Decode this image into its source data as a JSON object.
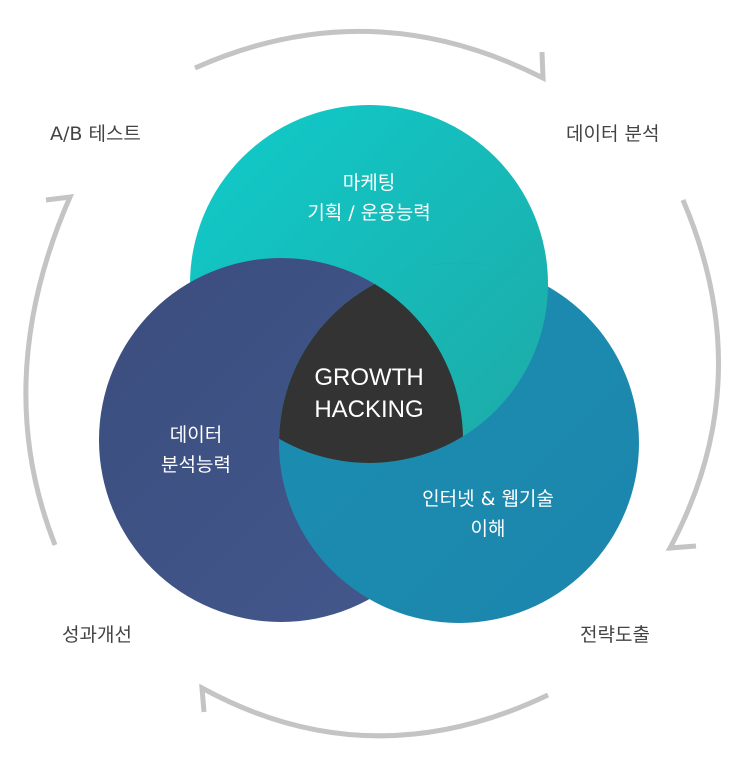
{
  "cycle_labels": {
    "top_left": "A/B 테스트",
    "top_right": "데이터 분석",
    "bottom_left": "성과개선",
    "bottom_right": "전략도출"
  },
  "circles": {
    "marketing": {
      "line1": "마케팅",
      "line2": "기획 / 운용능력",
      "color": "#16BDBF"
    },
    "data": {
      "line1": "데이터",
      "line2": "분석능력",
      "color": "#3E5385"
    },
    "web": {
      "line1": "인터넷 & 웹기술",
      "line2": "이해",
      "color": "#1C88AE"
    },
    "center": {
      "line1": "GROWTH",
      "line2": "HACKING",
      "color": "#333333"
    }
  },
  "arrow_color": "#C4C4C4"
}
